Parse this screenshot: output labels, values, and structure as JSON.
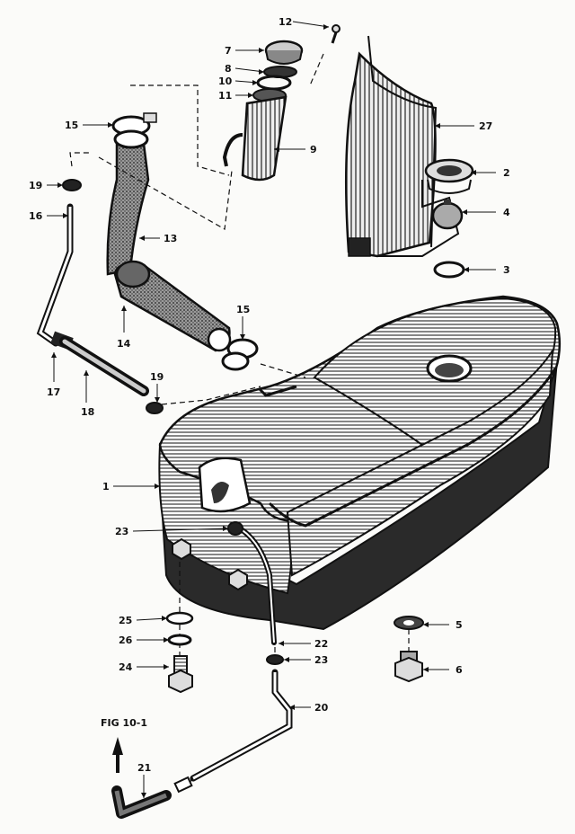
{
  "figure_label": "FIG 10-1",
  "colors": {
    "ink": "#111111",
    "paper": "#fbfbf9",
    "shade": "#3a3a3a"
  },
  "callouts": [
    {
      "id": "c1",
      "text": "1"
    },
    {
      "id": "c2",
      "text": "2"
    },
    {
      "id": "c3",
      "text": "3"
    },
    {
      "id": "c4",
      "text": "4"
    },
    {
      "id": "c5",
      "text": "5"
    },
    {
      "id": "c6",
      "text": "6"
    },
    {
      "id": "c7",
      "text": "7"
    },
    {
      "id": "c8",
      "text": "8"
    },
    {
      "id": "c9",
      "text": "9"
    },
    {
      "id": "c10",
      "text": "10"
    },
    {
      "id": "c11",
      "text": "11"
    },
    {
      "id": "c12",
      "text": "12"
    },
    {
      "id": "c13",
      "text": "13"
    },
    {
      "id": "c14",
      "text": "14"
    },
    {
      "id": "c15a",
      "text": "15"
    },
    {
      "id": "c15b",
      "text": "15"
    },
    {
      "id": "c16",
      "text": "16"
    },
    {
      "id": "c17",
      "text": "17"
    },
    {
      "id": "c18",
      "text": "18"
    },
    {
      "id": "c19a",
      "text": "19"
    },
    {
      "id": "c19b",
      "text": "19"
    },
    {
      "id": "c20",
      "text": "20"
    },
    {
      "id": "c21",
      "text": "21"
    },
    {
      "id": "c22",
      "text": "22"
    },
    {
      "id": "c23a",
      "text": "23"
    },
    {
      "id": "c23b",
      "text": "23"
    },
    {
      "id": "c24",
      "text": "24"
    },
    {
      "id": "c25",
      "text": "25"
    },
    {
      "id": "c26",
      "text": "26"
    },
    {
      "id": "c27",
      "text": "27"
    }
  ]
}
